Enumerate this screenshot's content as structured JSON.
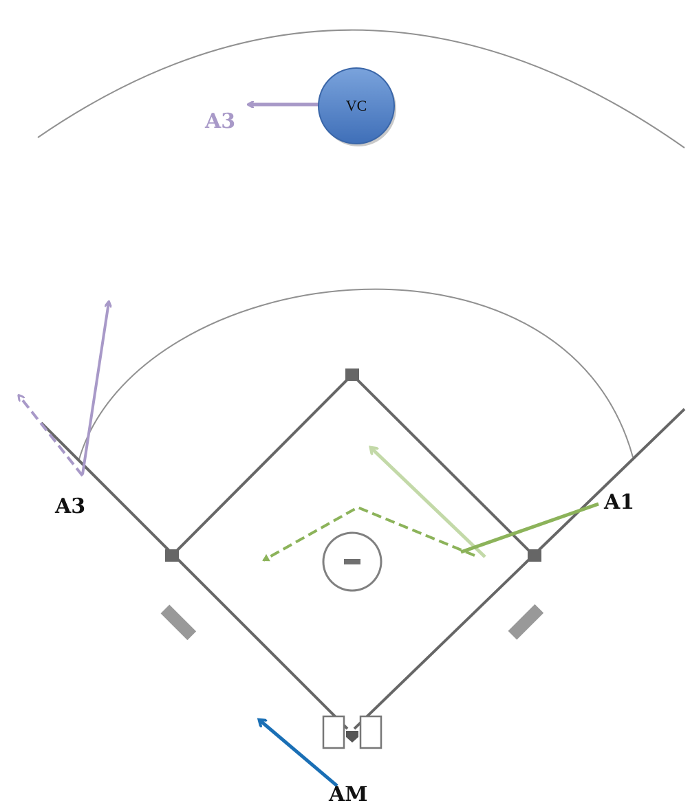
{
  "umpires": {
    "a3_outfield": "A3",
    "a3_third_base": "A3",
    "a1_first_base": "A1",
    "am_home": "AM"
  },
  "player_circle": {
    "label": "VC",
    "color": "#4f7fc6"
  },
  "colors": {
    "lines": "#666666",
    "arc": "#909090",
    "a3_path": "#a899c8",
    "a1_path": "#8cb35a",
    "a1_light_path": "#c3d9a8",
    "am_path": "#1a6fb5",
    "label_dark": "#111111"
  }
}
